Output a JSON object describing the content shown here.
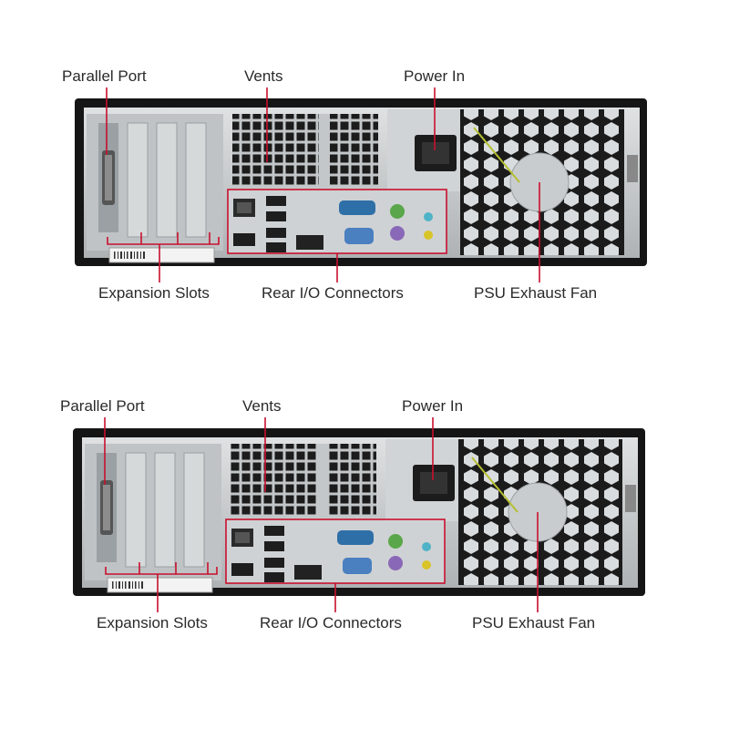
{
  "diagram": {
    "panels": [
      {
        "labels": {
          "parallel_port": "Parallel Port",
          "vents": "Vents",
          "power_in": "Power In",
          "expansion_slots": "Expansion Slots",
          "rear_io": "Rear I/O Connectors",
          "psu_fan": "PSU Exhaust Fan"
        }
      },
      {
        "labels": {
          "parallel_port": "Parallel Port",
          "vents": "Vents",
          "power_in": "Power In",
          "expansion_slots": "Expansion Slots",
          "rear_io": "Rear I/O Connectors",
          "psu_fan": "PSU Exhaust Fan"
        }
      }
    ],
    "colors": {
      "leader": "#c8102e",
      "case_frame": "#1a1a1a",
      "metal": "#c9ccce",
      "serial_port": "#2f6fa8",
      "vga_port": "#4a7fc0",
      "ps2_keyboard": "#8a68b8",
      "ps2_mouse": "#5aa64a",
      "audio_line_in": "#4fb3c8",
      "audio_mic": "#d8c428"
    }
  }
}
